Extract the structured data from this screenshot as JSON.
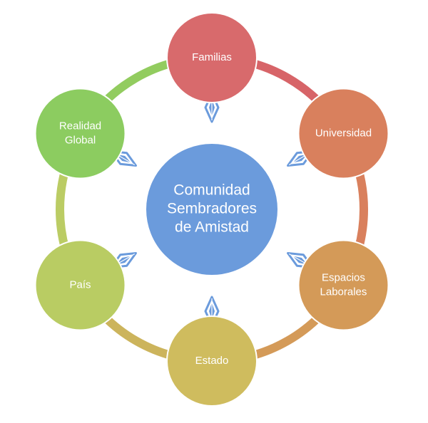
{
  "center": {
    "label": [
      "Comunidad",
      "Sembradores",
      "de Amistad"
    ],
    "color": "#6b9bdc"
  },
  "nodes": [
    {
      "id": "familias",
      "label": [
        "Familias"
      ],
      "color": "#d86a6c",
      "ring_color": "#d76468"
    },
    {
      "id": "universidad",
      "label": [
        "Universidad"
      ],
      "color": "#d9805d",
      "ring_color": "#d9805d"
    },
    {
      "id": "espacios-laborales",
      "label": [
        "Espacios",
        "Laborales"
      ],
      "color": "#d49a58",
      "ring_color": "#d49a58"
    },
    {
      "id": "estado",
      "label": [
        "Estado"
      ],
      "color": "#cfbc5e",
      "ring_color": "#ccb45c"
    },
    {
      "id": "pais",
      "label": [
        "País"
      ],
      "color": "#b9cc63",
      "ring_color": "#bbcc64"
    },
    {
      "id": "realidad-global",
      "label": [
        "Realidad",
        "Global"
      ],
      "color": "#8ccc60",
      "ring_color": "#92cc5f"
    }
  ],
  "connector_color": "#6b9bdc"
}
